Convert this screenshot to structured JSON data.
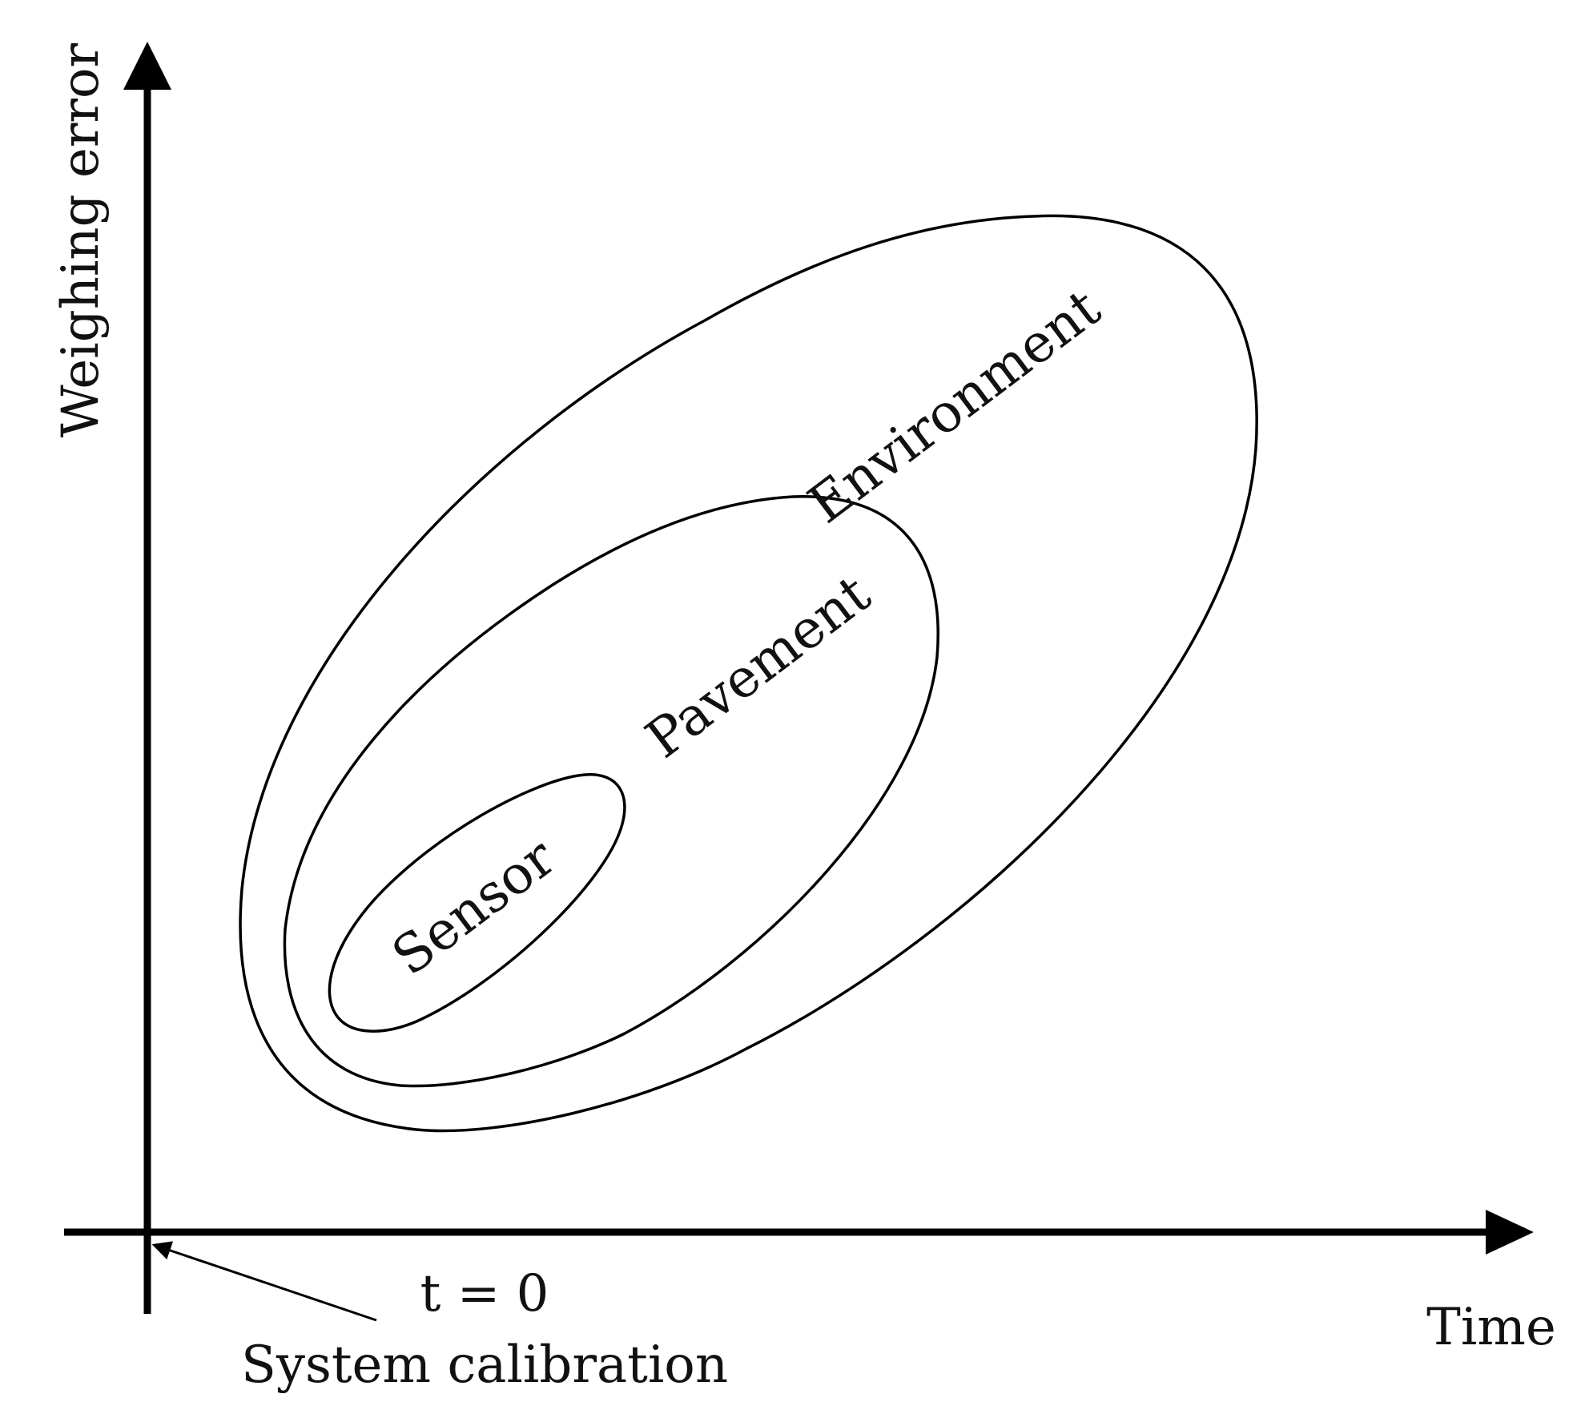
{
  "diagram": {
    "y_axis_label": "Weighing error",
    "x_axis_label": "Time",
    "origin_label": "t = 0",
    "origin_note": "System calibration",
    "regions": {
      "outer": "Environment",
      "middle": "Pavement",
      "inner": "Sensor"
    },
    "colors": {
      "stroke": "#000000",
      "background": "#ffffff"
    }
  }
}
